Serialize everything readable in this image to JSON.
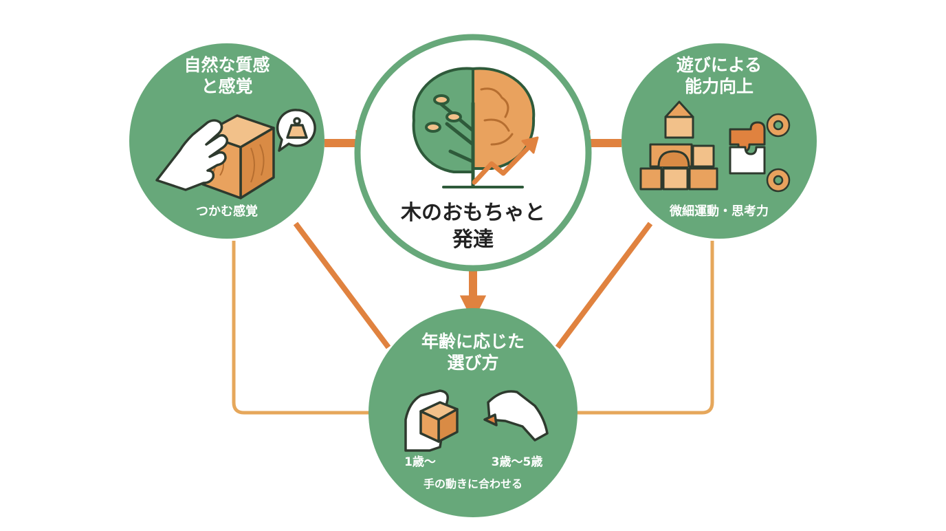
{
  "colors": {
    "green": "#67A87A",
    "dark_green": "#2E6B4A",
    "orange": "#E0823F",
    "light_orange": "#E9A75E",
    "wood": "#E9A25E",
    "white": "#FFFFFF"
  },
  "center": {
    "title_line1": "木のおもちゃと",
    "title_line2": "発達",
    "icon": "tree-brain-growth-icon"
  },
  "nodes": {
    "texture": {
      "title_line1": "自然な質感",
      "title_line2": "と感覚",
      "caption": "つかむ感覚",
      "icons": [
        "hand-icon",
        "wood-block-icon",
        "weight-bubble-icon"
      ]
    },
    "ability": {
      "title_line1": "遊びによる",
      "title_line2": "能力向上",
      "caption": "微細運動・思考力",
      "icons": [
        "block-tower-icon",
        "puzzle-icon",
        "gear-icon"
      ]
    },
    "age": {
      "title_line1": "年齢に応じた",
      "title_line2": "選び方",
      "age_left": "1歳〜",
      "age_right": "3歳〜5歳",
      "caption": "手の動きに合わせる",
      "icons": [
        "grasping-hand-icon",
        "pinching-hand-icon"
      ]
    }
  }
}
